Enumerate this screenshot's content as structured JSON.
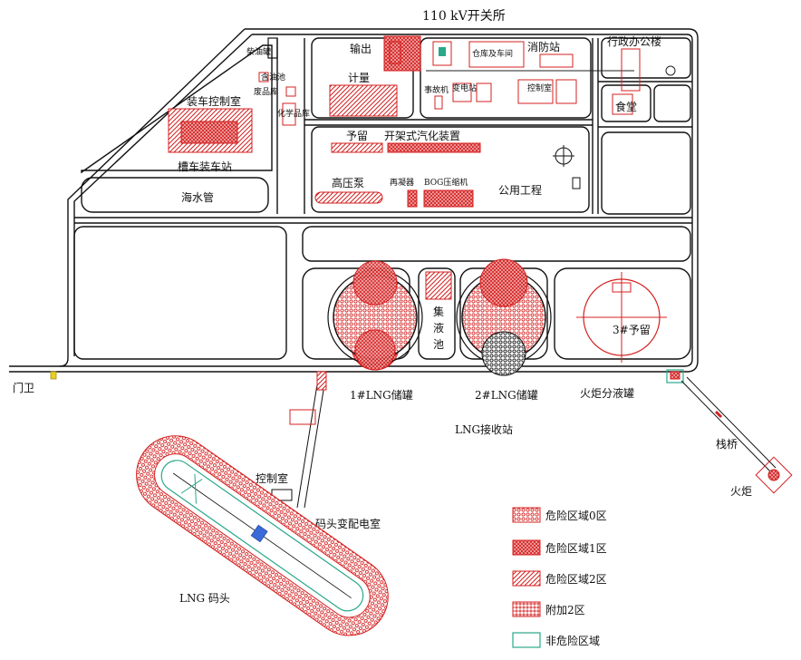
{
  "labels": {
    "substation": "110 kV开关所",
    "output": "输出",
    "metering": "计量",
    "warehouse": "仓库及车间",
    "fire_station": "消防站",
    "admin": "行政办公楼",
    "canteen": "食堂",
    "control_room_top": "控制室",
    "accident_pump": "事故机",
    "power_station": "变电站",
    "fuel_tank": "柴油罐",
    "oil_pool": "含油池",
    "waste_store": "废品库",
    "chem_store": "化学品库",
    "loading_ctrl": "装车控制室",
    "truck_loading": "槽车装车站",
    "seawater_pipe": "海水管",
    "reserve_1": "予留",
    "vaporizer": "开架式汽化装置",
    "hp_pump": "高压泵",
    "recondenser": "再凝器",
    "bog": "BOG压缩机",
    "utilities": "公用工程",
    "tank1": "1#LNG储罐",
    "tank2": "2#LNG储罐",
    "tank3": "3#予留",
    "collect_pool_1": "集",
    "collect_pool_2": "液",
    "collect_pool_3": "池",
    "gate": "门卫",
    "flare_drum": "火炬分液罐",
    "terminal": "LNG接收站",
    "trestle": "栈桥",
    "flare": "火炬",
    "jetty_control": "控制室",
    "jetty_power": "码头变配电室",
    "jetty": "LNG 码头"
  },
  "legend": {
    "items": [
      {
        "label": "危险区域0区",
        "swatch": "zone-0"
      },
      {
        "label": "危险区域1区",
        "swatch": "zone-1"
      },
      {
        "label": "危险区域2区",
        "swatch": "zone-2"
      },
      {
        "label": "附加2区",
        "swatch": "zone-additional-2"
      },
      {
        "label": "非危险区域",
        "swatch": "non-hazard"
      }
    ]
  },
  "colors": {
    "hazard_red": "#d42020",
    "non_hazard_green": "#2aa88a",
    "road": "#111111",
    "gate_marker": "#e8d020"
  }
}
